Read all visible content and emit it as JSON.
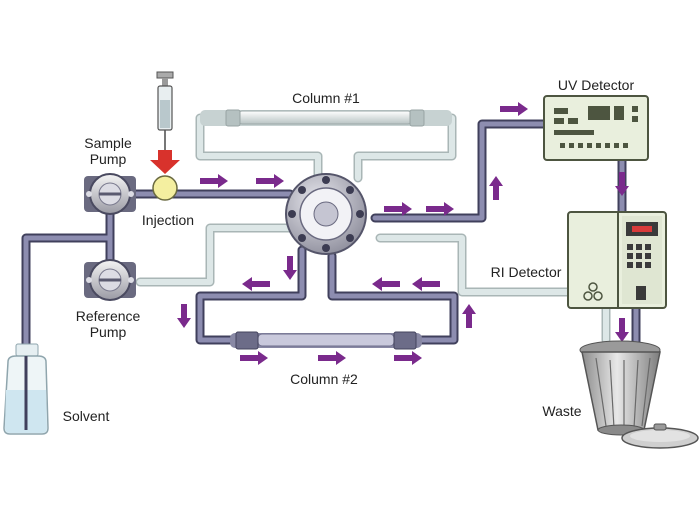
{
  "labels": {
    "column1": "Column #1",
    "column2": "Column #2",
    "uv_detector": "UV Detector",
    "ri_detector": "RI Detector",
    "sample_pump_line1": "Sample",
    "sample_pump_line2": "Pump",
    "injection": "Injection",
    "reference_pump_line1": "Reference",
    "reference_pump_line2": "Pump",
    "solvent": "Solvent",
    "waste": "Waste"
  },
  "colors": {
    "tube_dark": "#5a5a7a",
    "tube_light": "#d2dede",
    "arrow": "#7a2a8c",
    "detector_body": "#e9efdd",
    "injection_marker": "#d8322c",
    "injection_port": "#f4efa0",
    "solvent_liquid": "#cfe6f0"
  },
  "icons": {
    "syringe": "syringe-icon",
    "pump": "pump-icon",
    "valve": "valve-icon",
    "trash_can": "trash-can-icon"
  }
}
